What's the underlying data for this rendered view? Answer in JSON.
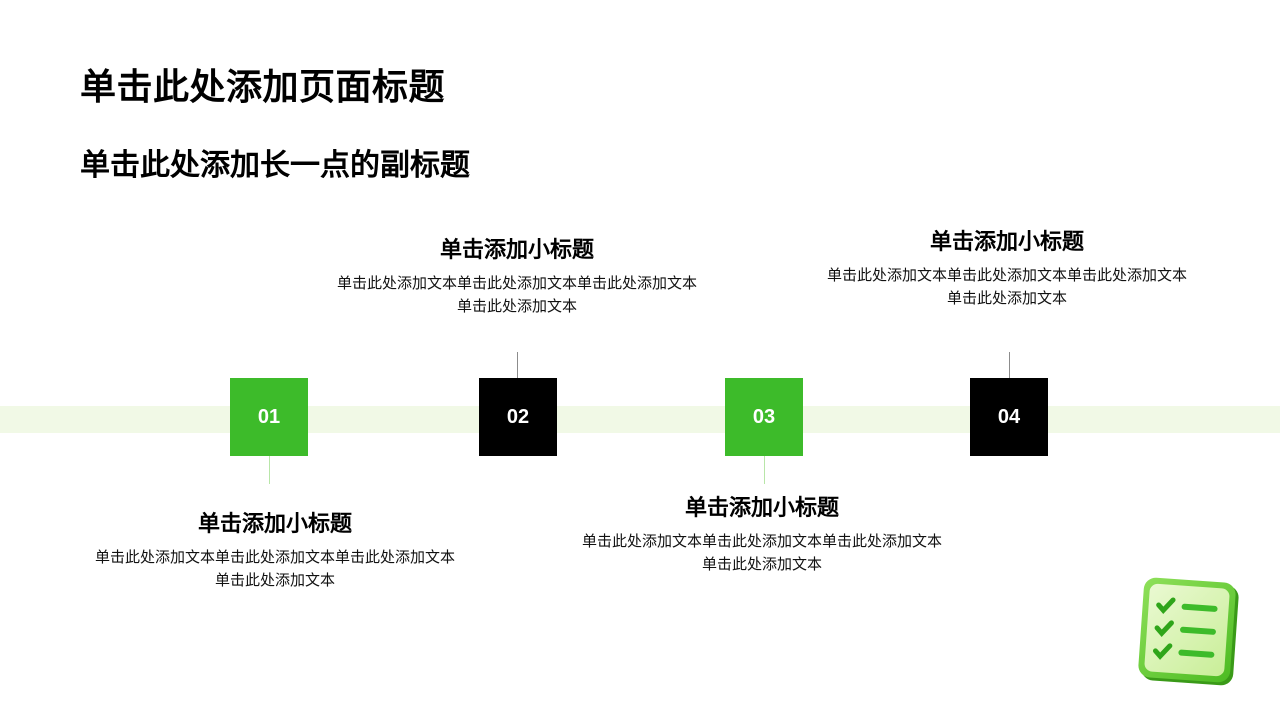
{
  "header": {
    "title": "单击此处添加页面标题",
    "subtitle": "单击此处添加长一点的副标题"
  },
  "timeline": {
    "steps": [
      {
        "number": "01",
        "heading": "单击添加小标题",
        "text_lines": [
          "单击此处添加文本单击此处添加文本单击此处添加文本",
          "单击此处添加文本"
        ],
        "color": "#3dbb2a"
      },
      {
        "number": "02",
        "heading": "单击添加小标题",
        "text_lines": [
          "单击此处添加文本单击此处添加文本单击此处添加文本",
          "单击此处添加文本"
        ],
        "color": "#000000"
      },
      {
        "number": "03",
        "heading": "单击添加小标题",
        "text_lines": [
          "单击此处添加文本单击此处添加文本单击此处添加文本",
          "单击此处添加文本"
        ],
        "color": "#3dbb2a"
      },
      {
        "number": "04",
        "heading": "单击添加小标题",
        "text_lines": [
          "单击此处添加文本单击此处添加文本单击此处添加文本",
          "单击此处添加文本"
        ],
        "color": "#000000"
      }
    ],
    "band_color": "#f1f9e6"
  },
  "decoration": {
    "icon": "checklist-icon",
    "accent": "#3dbb2a"
  }
}
